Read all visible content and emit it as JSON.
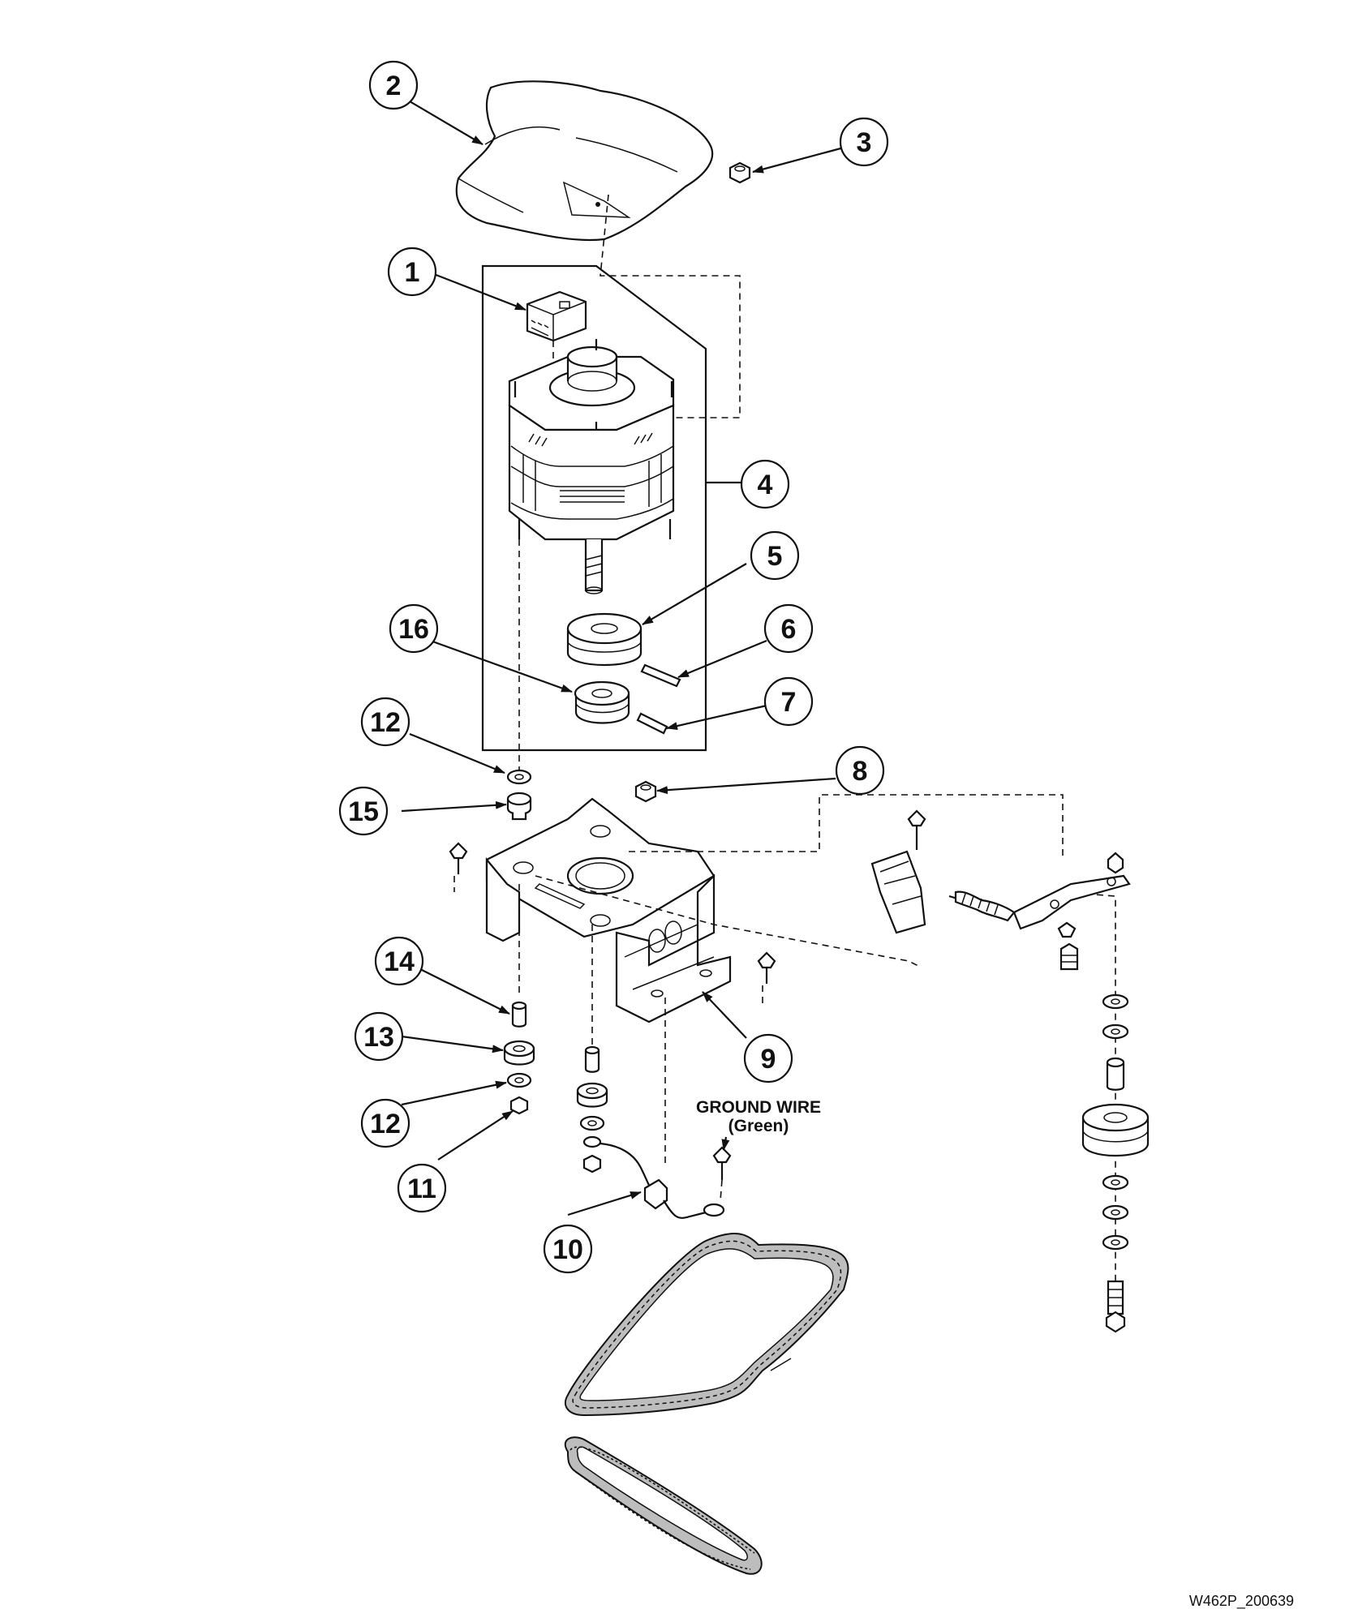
{
  "callouts": [
    {
      "id": "c1",
      "label": "1"
    },
    {
      "id": "c2",
      "label": "2"
    },
    {
      "id": "c3",
      "label": "3"
    },
    {
      "id": "c4",
      "label": "4"
    },
    {
      "id": "c5",
      "label": "5"
    },
    {
      "id": "c6",
      "label": "6"
    },
    {
      "id": "c7",
      "label": "7"
    },
    {
      "id": "c8",
      "label": "8"
    },
    {
      "id": "c9",
      "label": "9"
    },
    {
      "id": "c10",
      "label": "10"
    },
    {
      "id": "c11",
      "label": "11"
    },
    {
      "id": "c12a",
      "label": "12"
    },
    {
      "id": "c12b",
      "label": "12"
    },
    {
      "id": "c13",
      "label": "13"
    },
    {
      "id": "c14",
      "label": "14"
    },
    {
      "id": "c15",
      "label": "15"
    },
    {
      "id": "c16",
      "label": "16"
    }
  ],
  "ground_wire": {
    "line1": "GROUND WIRE",
    "line2": "(Green)"
  },
  "reference": "W462P_200639"
}
